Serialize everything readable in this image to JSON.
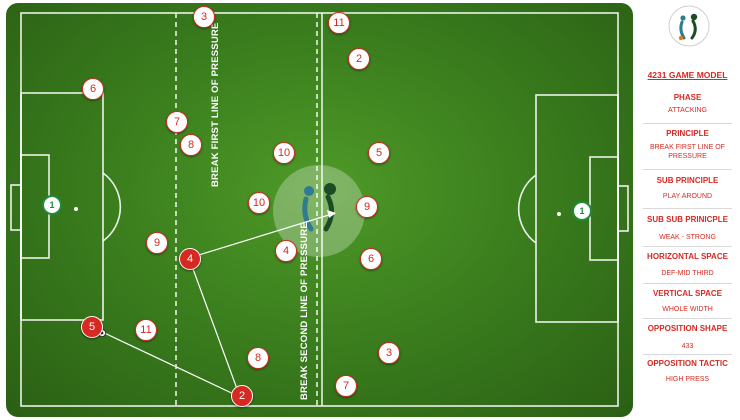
{
  "pitch": {
    "labels": {
      "first_line": "BREAK FIRST LINE OF PRESSURE",
      "second_line": "BREAK SECOND LINE OF PRESSURE"
    },
    "goalkeepers": [
      "1",
      "1"
    ],
    "opposition_players": [
      "3",
      "11",
      "2",
      "6",
      "7",
      "8",
      "10",
      "5",
      "10",
      "9",
      "4",
      "9",
      "6",
      "11",
      "8",
      "3",
      "7"
    ],
    "team_players": [
      "4",
      "5",
      "2"
    ]
  },
  "sidebar": {
    "title": "4231 GAME MODEL",
    "sections": [
      {
        "heading": "PHASE",
        "value": "ATTACKING"
      },
      {
        "heading": "PRINCIPLE",
        "value": "BREAK FIRST LINE OF PRESSURE"
      },
      {
        "heading": "SUB PRINCIPLE",
        "value": "PLAY AROUND"
      },
      {
        "heading": "SUB SUB PRINICPLE",
        "value": "WEAK - STRONG"
      },
      {
        "heading": "HORIZONTAL SPACE",
        "value": "DEF-MID THIRD"
      },
      {
        "heading": "VERTICAL SPACE",
        "value": "WHOLE WIDTH"
      },
      {
        "heading": "OPPOSITION SHAPE",
        "value": "433"
      },
      {
        "heading": "OPPOSITION TACTIC",
        "value": "HIGH PRESS"
      }
    ]
  },
  "colors": {
    "accent_red": "#d42a22",
    "pitch_green": "#3b7f1e",
    "gk_green": "#1f8a3a"
  }
}
